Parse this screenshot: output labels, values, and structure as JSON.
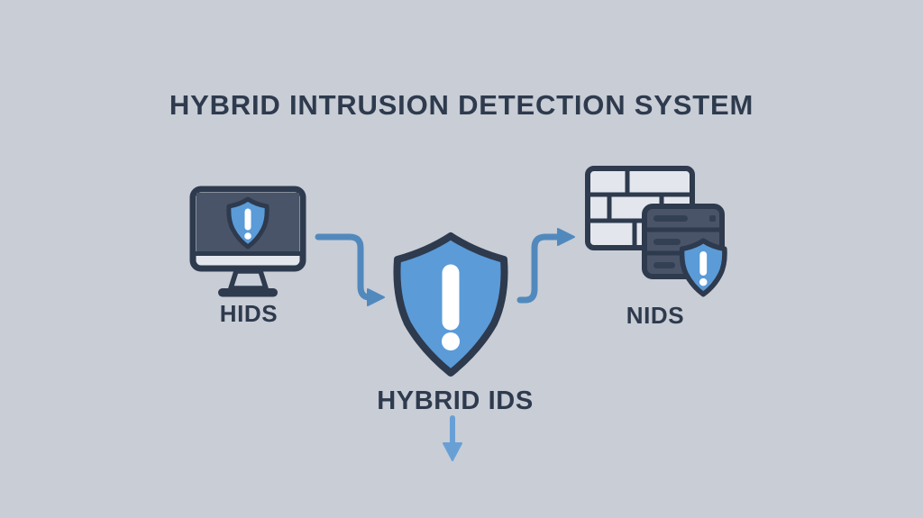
{
  "title": "HYBRID INTRUSION DETECTION SYSTEM",
  "nodes": {
    "hids": {
      "label": "HIDS",
      "icon": "monitor-with-alert-shield"
    },
    "hybrid": {
      "label": "HYBRID IDS",
      "icon": "large-alert-shield"
    },
    "nids": {
      "label": "NIDS",
      "icon": "firewall-server-with-alert-shield"
    }
  },
  "connectors": [
    {
      "from": "HIDS",
      "to": "HYBRID IDS",
      "type": "elbow-arrow-right-down-right"
    },
    {
      "from": "HYBRID IDS",
      "to": "NIDS",
      "type": "elbow-arrow-right-up-right"
    },
    {
      "from": "HYBRID IDS",
      "to": "output-below",
      "type": "straight-arrow-down"
    }
  ],
  "colors": {
    "background": "#c8cdd6",
    "outline_dark": "#2e3a4d",
    "shield_blue": "#5b9bd8",
    "arrow_blue": "#5289bd",
    "down_arrow_blue": "#68a0d6",
    "slate_fill": "#4a5468",
    "slot_dark": "#333f52",
    "light_fill": "#e3e7ed",
    "stand_gray": "#c9d0da",
    "white": "#ffffff"
  }
}
